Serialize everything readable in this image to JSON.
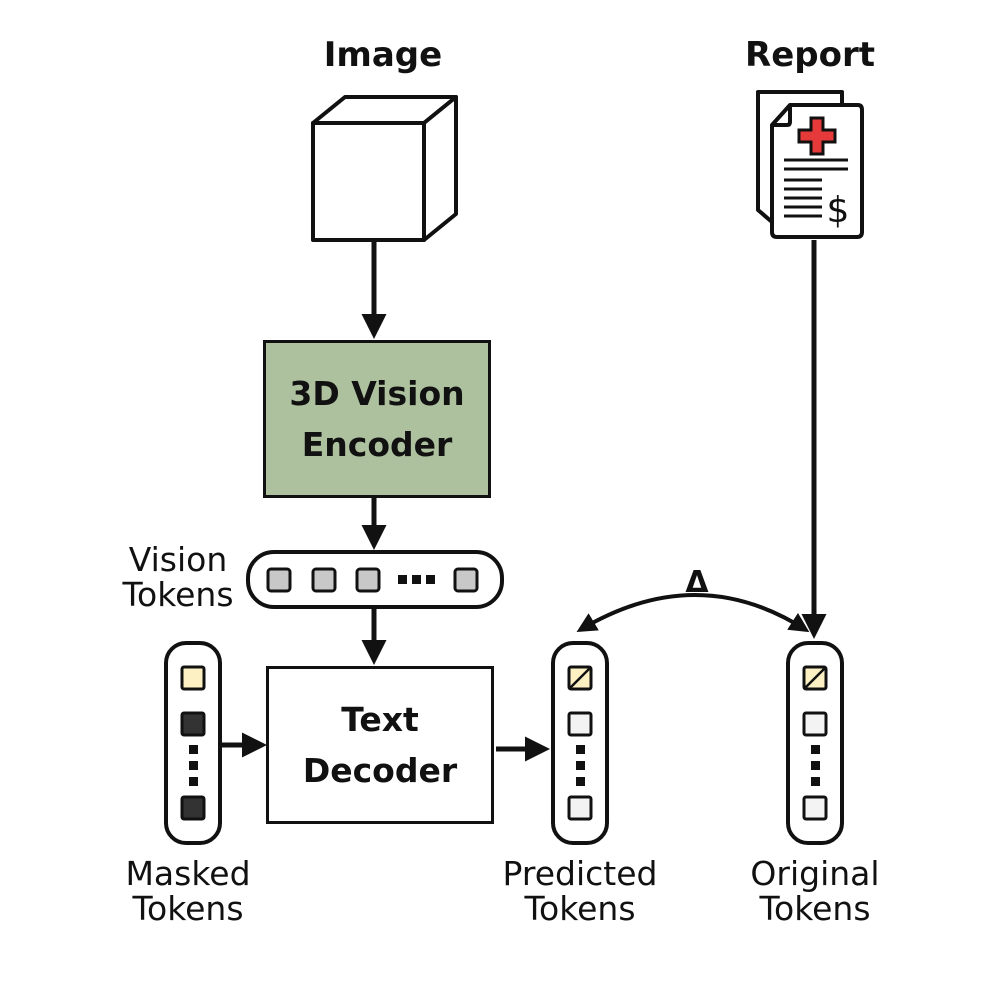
{
  "image_label": "Image",
  "report_label": "Report",
  "encoder": {
    "line1": "3D Vision",
    "line2": "Encoder",
    "fill": "#adc19f"
  },
  "vision_tokens": {
    "line1": "Vision",
    "line2": "Tokens"
  },
  "decoder": {
    "line1": "Text",
    "line2": "Decoder"
  },
  "masked_tokens": {
    "line1": "Masked",
    "line2": "Tokens"
  },
  "predicted_tokens": {
    "line1": "Predicted",
    "line2": "Tokens"
  },
  "original_tokens": {
    "line1": "Original",
    "line2": "Tokens"
  },
  "delta_symbol": "Δ",
  "report_icon": {
    "cross": "medical-cross-icon",
    "currency": "$",
    "cross_color": "#e63a3a"
  },
  "colors": {
    "token_grey": "#c8c8c8",
    "token_dark": "#333333",
    "token_yellow": "#fdf1c4",
    "token_light": "#f3f3f3"
  }
}
